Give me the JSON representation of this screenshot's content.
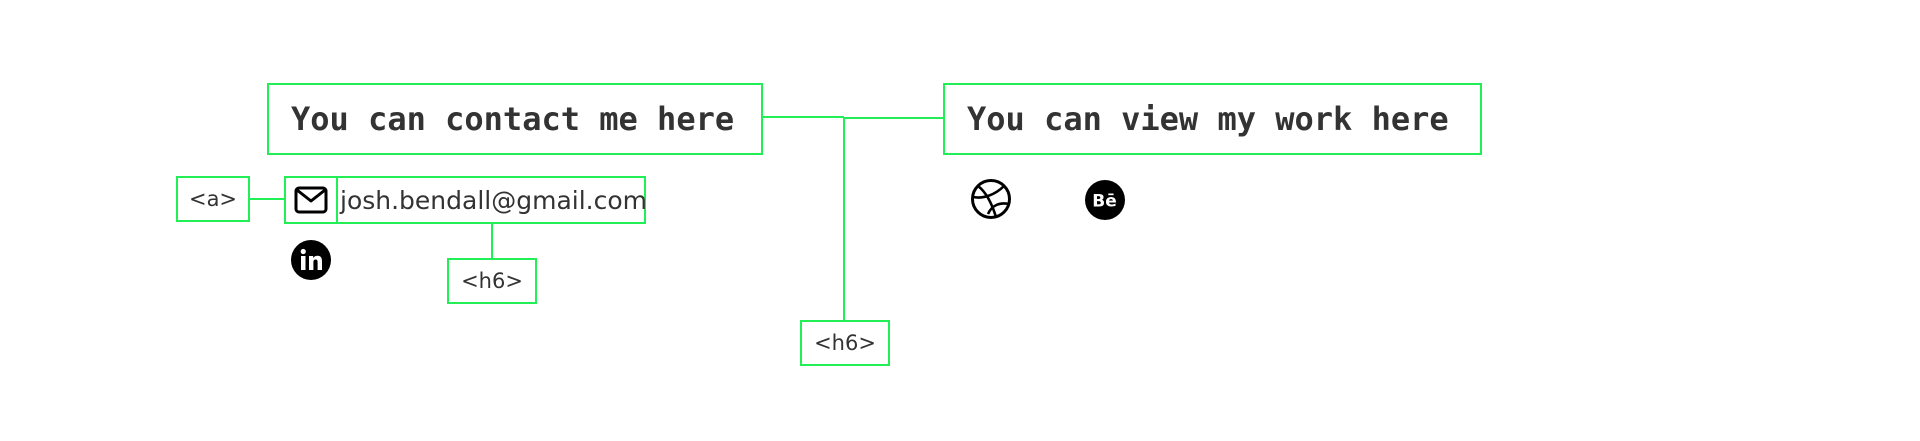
{
  "contact_heading": "You can contact me here",
  "work_heading": "You can view my work here",
  "email_address": "josh.bendall@gmail.com",
  "anchor_tag": "<a>",
  "email_h6_tag": "<h6>",
  "headings_h6_tag": "<h6>",
  "icons": {
    "email": "envelope-icon",
    "linkedin": "linkedin-icon",
    "dribbble": "dribbble-icon",
    "behance": "behance-icon"
  },
  "colors": {
    "annotation": "#22ee55",
    "text": "#333333",
    "icon": "#000000"
  }
}
